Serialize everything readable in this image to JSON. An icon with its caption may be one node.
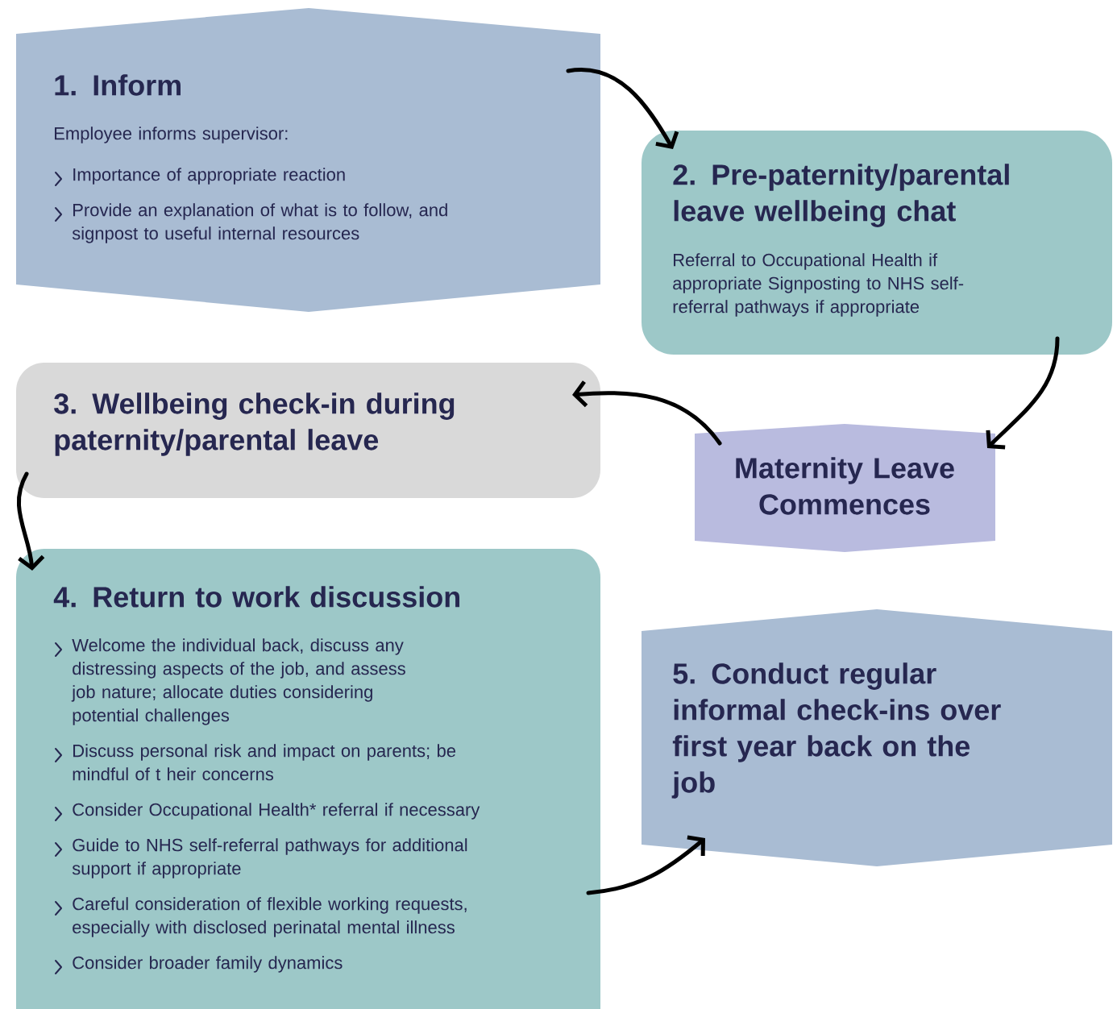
{
  "diagram": {
    "nodes": [
      {
        "text": [
          "1. Inform",
          "Employee informs supervisor:",
          "Importance of appropriate reaction",
          "Provide an explanation of what is to follow, and signpost to useful internal resources"
        ]
      },
      {
        "text": [
          "2. Pre-paternity/parental leave wellbeing chat",
          "Referral to Occupational Health if appropriate Signposting to NHS self-referral pathways if appropriate"
        ]
      },
      {
        "text": [
          "3. Wellbeing check-in during paternity/parental leave"
        ]
      },
      {
        "text": [
          "Maternity Leave Commences"
        ]
      },
      {
        "text": [
          "4. Return to work discussion",
          "Welcome the individual back, discuss any distressing aspects of the job, and assess job nature; allocate duties considering potential challenges",
          "Discuss personal risk and impact on parents; be mindful of t heir concerns",
          "Consider Occupational Health* referral if necessary",
          "Guide to NHS self-referral pathways for additional support if appropriate",
          "Careful consideration of flexible working requests, especially with disclosed perinatal mental illness",
          "Consider broader family dynamics"
        ]
      },
      {
        "text": [
          "5. Conduct regular informal check-ins over first year back on the job"
        ]
      }
    ],
    "edges": [
      {
        "from": 0,
        "to": 1,
        "arrow": "to"
      },
      {
        "from": 1,
        "to": 3,
        "arrow": "to"
      },
      {
        "from": 3,
        "to": 2,
        "arrow": "to"
      },
      {
        "from": 2,
        "to": 4,
        "arrow": "to"
      },
      {
        "from": 4,
        "to": 5,
        "arrow": "to"
      }
    ]
  }
}
